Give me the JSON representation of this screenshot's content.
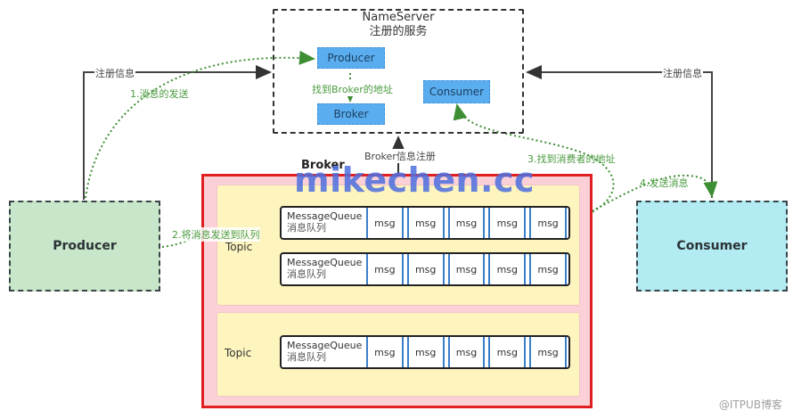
{
  "nameserver": {
    "title": "NameServer",
    "subtitle": "注册的服务",
    "nodes": {
      "producer": "Producer",
      "broker": "Broker",
      "consumer": "Consumer"
    },
    "find_broker_label": "找到Broker的地址"
  },
  "edges": {
    "producer_register": "注册信息",
    "consumer_register": "注册信息",
    "broker_register": "Broker信息注册",
    "step1": "1.消息的发送",
    "step2": "2.将消息发送到队列",
    "step3": "3.找到消费者的地址",
    "step4": "4.发送消息"
  },
  "producer": {
    "label": "Producer"
  },
  "consumer": {
    "label": "Consumer"
  },
  "broker": {
    "title": "Broker",
    "topics": [
      {
        "label": "Topic",
        "queues": [
          {
            "name": "MessageQueue",
            "name_cn": "消息队列",
            "messages": [
              "msg",
              "msg",
              "msg",
              "msg",
              "msg"
            ]
          },
          {
            "name": "MessageQueue",
            "name_cn": "消息队列",
            "messages": [
              "msg",
              "msg",
              "msg",
              "msg",
              "msg"
            ]
          }
        ]
      },
      {
        "label": "Topic",
        "queues": [
          {
            "name": "MessageQueue",
            "name_cn": "消息队列",
            "messages": [
              "msg",
              "msg",
              "msg",
              "msg",
              "msg"
            ]
          }
        ]
      }
    ]
  },
  "watermark": "mikechen.cc",
  "credit": "@ITPUB博客",
  "colors": {
    "nameserver_node": "#5aaef0",
    "producer_fill": "#c8e6c9",
    "consumer_fill": "#b2ebf2",
    "broker_border": "#e02020",
    "broker_fill": "#fbd0d6",
    "topic_fill": "#fdf4be",
    "step_arrow": "#4a9a3f",
    "watermark": "#4d6fe0"
  }
}
